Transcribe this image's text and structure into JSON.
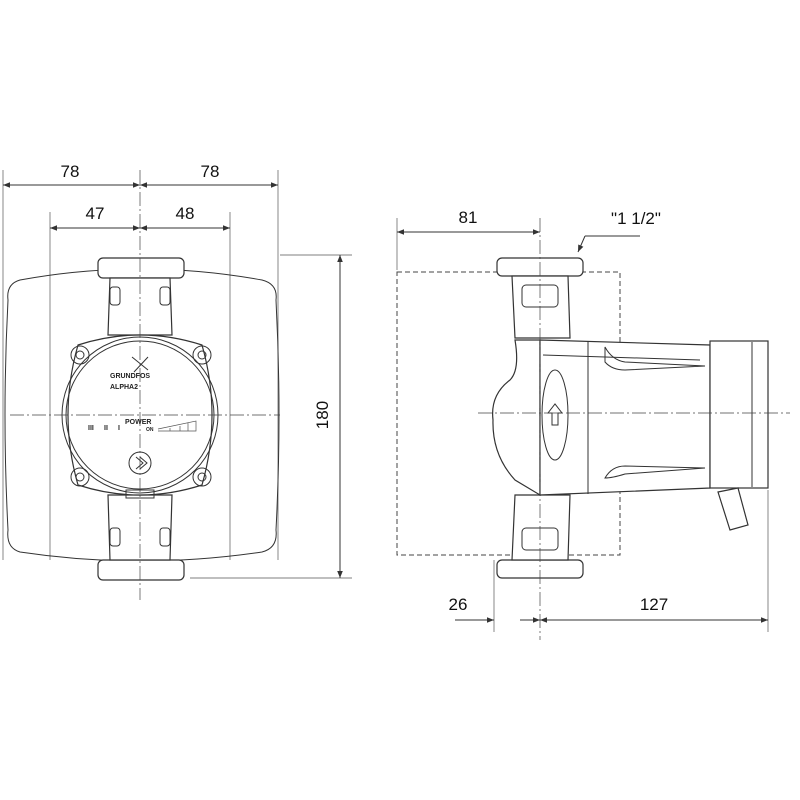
{
  "front_view": {
    "dims": {
      "overall_left": "78",
      "overall_right": "78",
      "port_left": "47",
      "port_right": "48",
      "height": "180"
    },
    "label_brand": "GRUNDFOS",
    "label_model": "ALPHA2",
    "label_power": "POWER",
    "label_on": "ON",
    "label_speeds": [
      "III",
      "II",
      "I"
    ]
  },
  "side_view": {
    "dims": {
      "top": "81",
      "thread": "\"1 1/2\"",
      "bottom_left": "26",
      "bottom_right": "127"
    }
  }
}
